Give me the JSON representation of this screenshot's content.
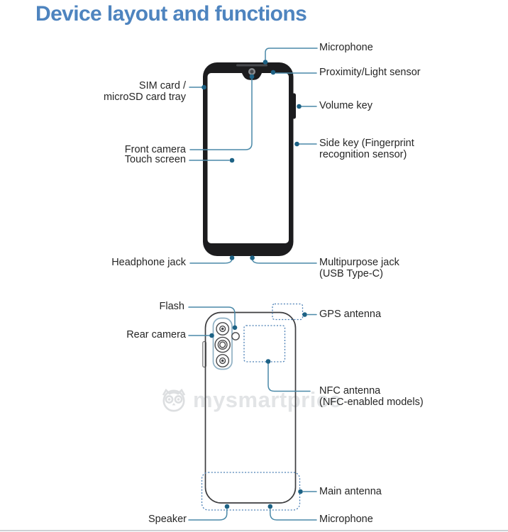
{
  "title": "Device layout and functions",
  "front_view": {
    "labels": {
      "microphone": "Microphone",
      "proximity_light_sensor": "Proximity/Light sensor",
      "sim_card_line1": "SIM card /",
      "sim_card_line2": "microSD card tray",
      "front_camera": "Front camera",
      "touch_screen": "Touch screen",
      "volume_key": "Volume key",
      "side_key_line1": "Side key (Fingerprint",
      "side_key_line2": "recognition sensor)",
      "headphone_jack": "Headphone jack",
      "multipurpose_jack_line1": "Multipurpose jack",
      "multipurpose_jack_line2": "(USB Type-C)"
    }
  },
  "back_view": {
    "labels": {
      "flash": "Flash",
      "rear_camera": "Rear camera",
      "gps_antenna": "GPS antenna",
      "nfc_antenna_line1": "NFC antenna",
      "nfc_antenna_line2": "(NFC-enabled models)",
      "main_antenna": "Main antenna",
      "speaker": "Speaker",
      "microphone": "Microphone"
    }
  },
  "watermark": {
    "text": "mysmartprice"
  },
  "colors": {
    "title": "#4e84bf",
    "label_text": "#262626",
    "leader_line": "#4a89a8",
    "leader_dot": "#1d6285",
    "dotted_box": "#4a7fb5",
    "phone_body_black": "#1c1c1e",
    "back_outline_gray": "#3d3d3f",
    "camera_module_outline": "#8fb0c4",
    "watermark_gray": "#e2e4e6"
  }
}
